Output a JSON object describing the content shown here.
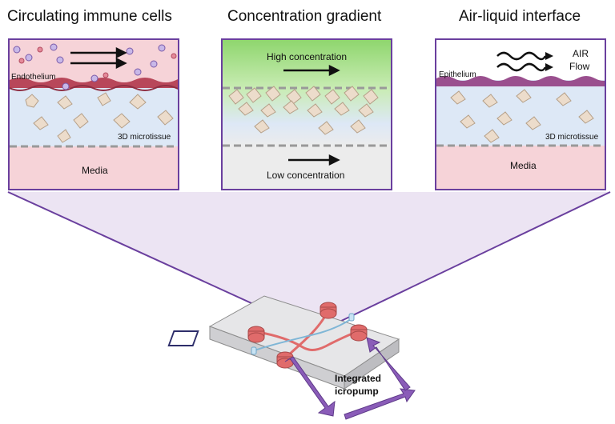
{
  "panels": [
    {
      "title": "Circulating immune cells",
      "endothelium_label": "Endothelium",
      "microtissue_label": "3D microtissue",
      "media_label": "Media"
    },
    {
      "title": "Concentration gradient",
      "high_label": "High concentration",
      "low_label": "Low concentration"
    },
    {
      "title": "Air-liquid interface",
      "epithelium_label": "Epithelium",
      "air_label": "AIR",
      "flow_label": "Flow",
      "microtissue_label": "3D microtissue",
      "media_label": "Media"
    }
  ],
  "device": {
    "pump_label_line1": "Integrated",
    "pump_label_line2": "icropump"
  },
  "colors": {
    "frame": "#6a3f9e",
    "media_pink": "#f6d3d8",
    "tissue_blue": "#dde8f6",
    "endothelium": "#b8475a",
    "epithelium": "#9a4f8e",
    "gradient_green": "#8fd66e",
    "cell": "#ecdccb",
    "reservoir": "#e06b6b",
    "arrow_purple": "#8a5cb8"
  }
}
